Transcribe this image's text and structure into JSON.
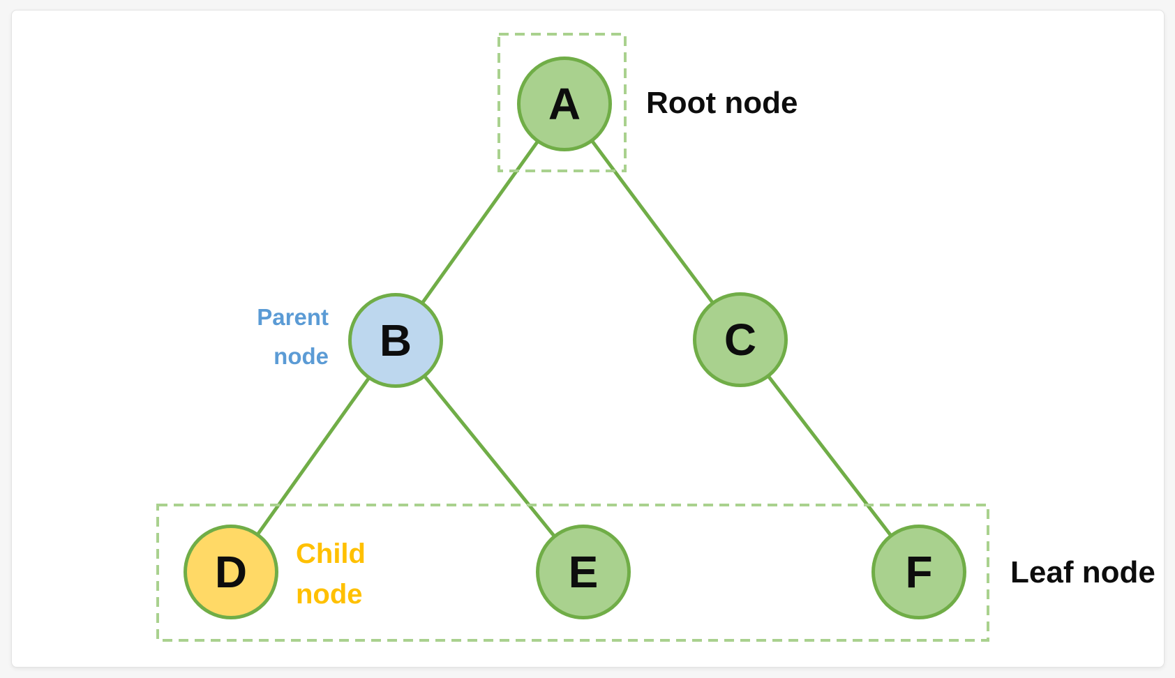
{
  "diagram": {
    "type": "binary-tree-structure",
    "nodes": [
      {
        "label": "A",
        "role": "root",
        "fill": "#A9D18E"
      },
      {
        "label": "B",
        "role": "parent",
        "fill": "#BDD7EE"
      },
      {
        "label": "C",
        "role": "internal",
        "fill": "#A9D18E"
      },
      {
        "label": "D",
        "role": "child-leaf",
        "fill": "#FFD966"
      },
      {
        "label": "E",
        "role": "leaf",
        "fill": "#A9D18E"
      },
      {
        "label": "F",
        "role": "leaf",
        "fill": "#A9D18E"
      }
    ],
    "edges": [
      {
        "from": "A",
        "to": "B"
      },
      {
        "from": "A",
        "to": "C"
      },
      {
        "from": "B",
        "to": "D"
      },
      {
        "from": "B",
        "to": "E"
      },
      {
        "from": "C",
        "to": "F"
      }
    ],
    "annotations": {
      "root": {
        "text": "Root node",
        "color": "#0d0d0d"
      },
      "parent": {
        "line1": "Parent",
        "line2": "node",
        "color": "#5B9BD5"
      },
      "child": {
        "line1": "Child",
        "line2": "node",
        "color": "#FFC000"
      },
      "leaf": {
        "text": "Leaf node",
        "color": "#0d0d0d"
      }
    },
    "colors": {
      "node_border": "#70AD47",
      "edge_line": "#70AD47",
      "dashed_group_box": "#A9D18E",
      "node_green_fill": "#A9D18E",
      "node_blue_fill": "#BDD7EE",
      "node_yellow_fill": "#FFD966"
    }
  }
}
